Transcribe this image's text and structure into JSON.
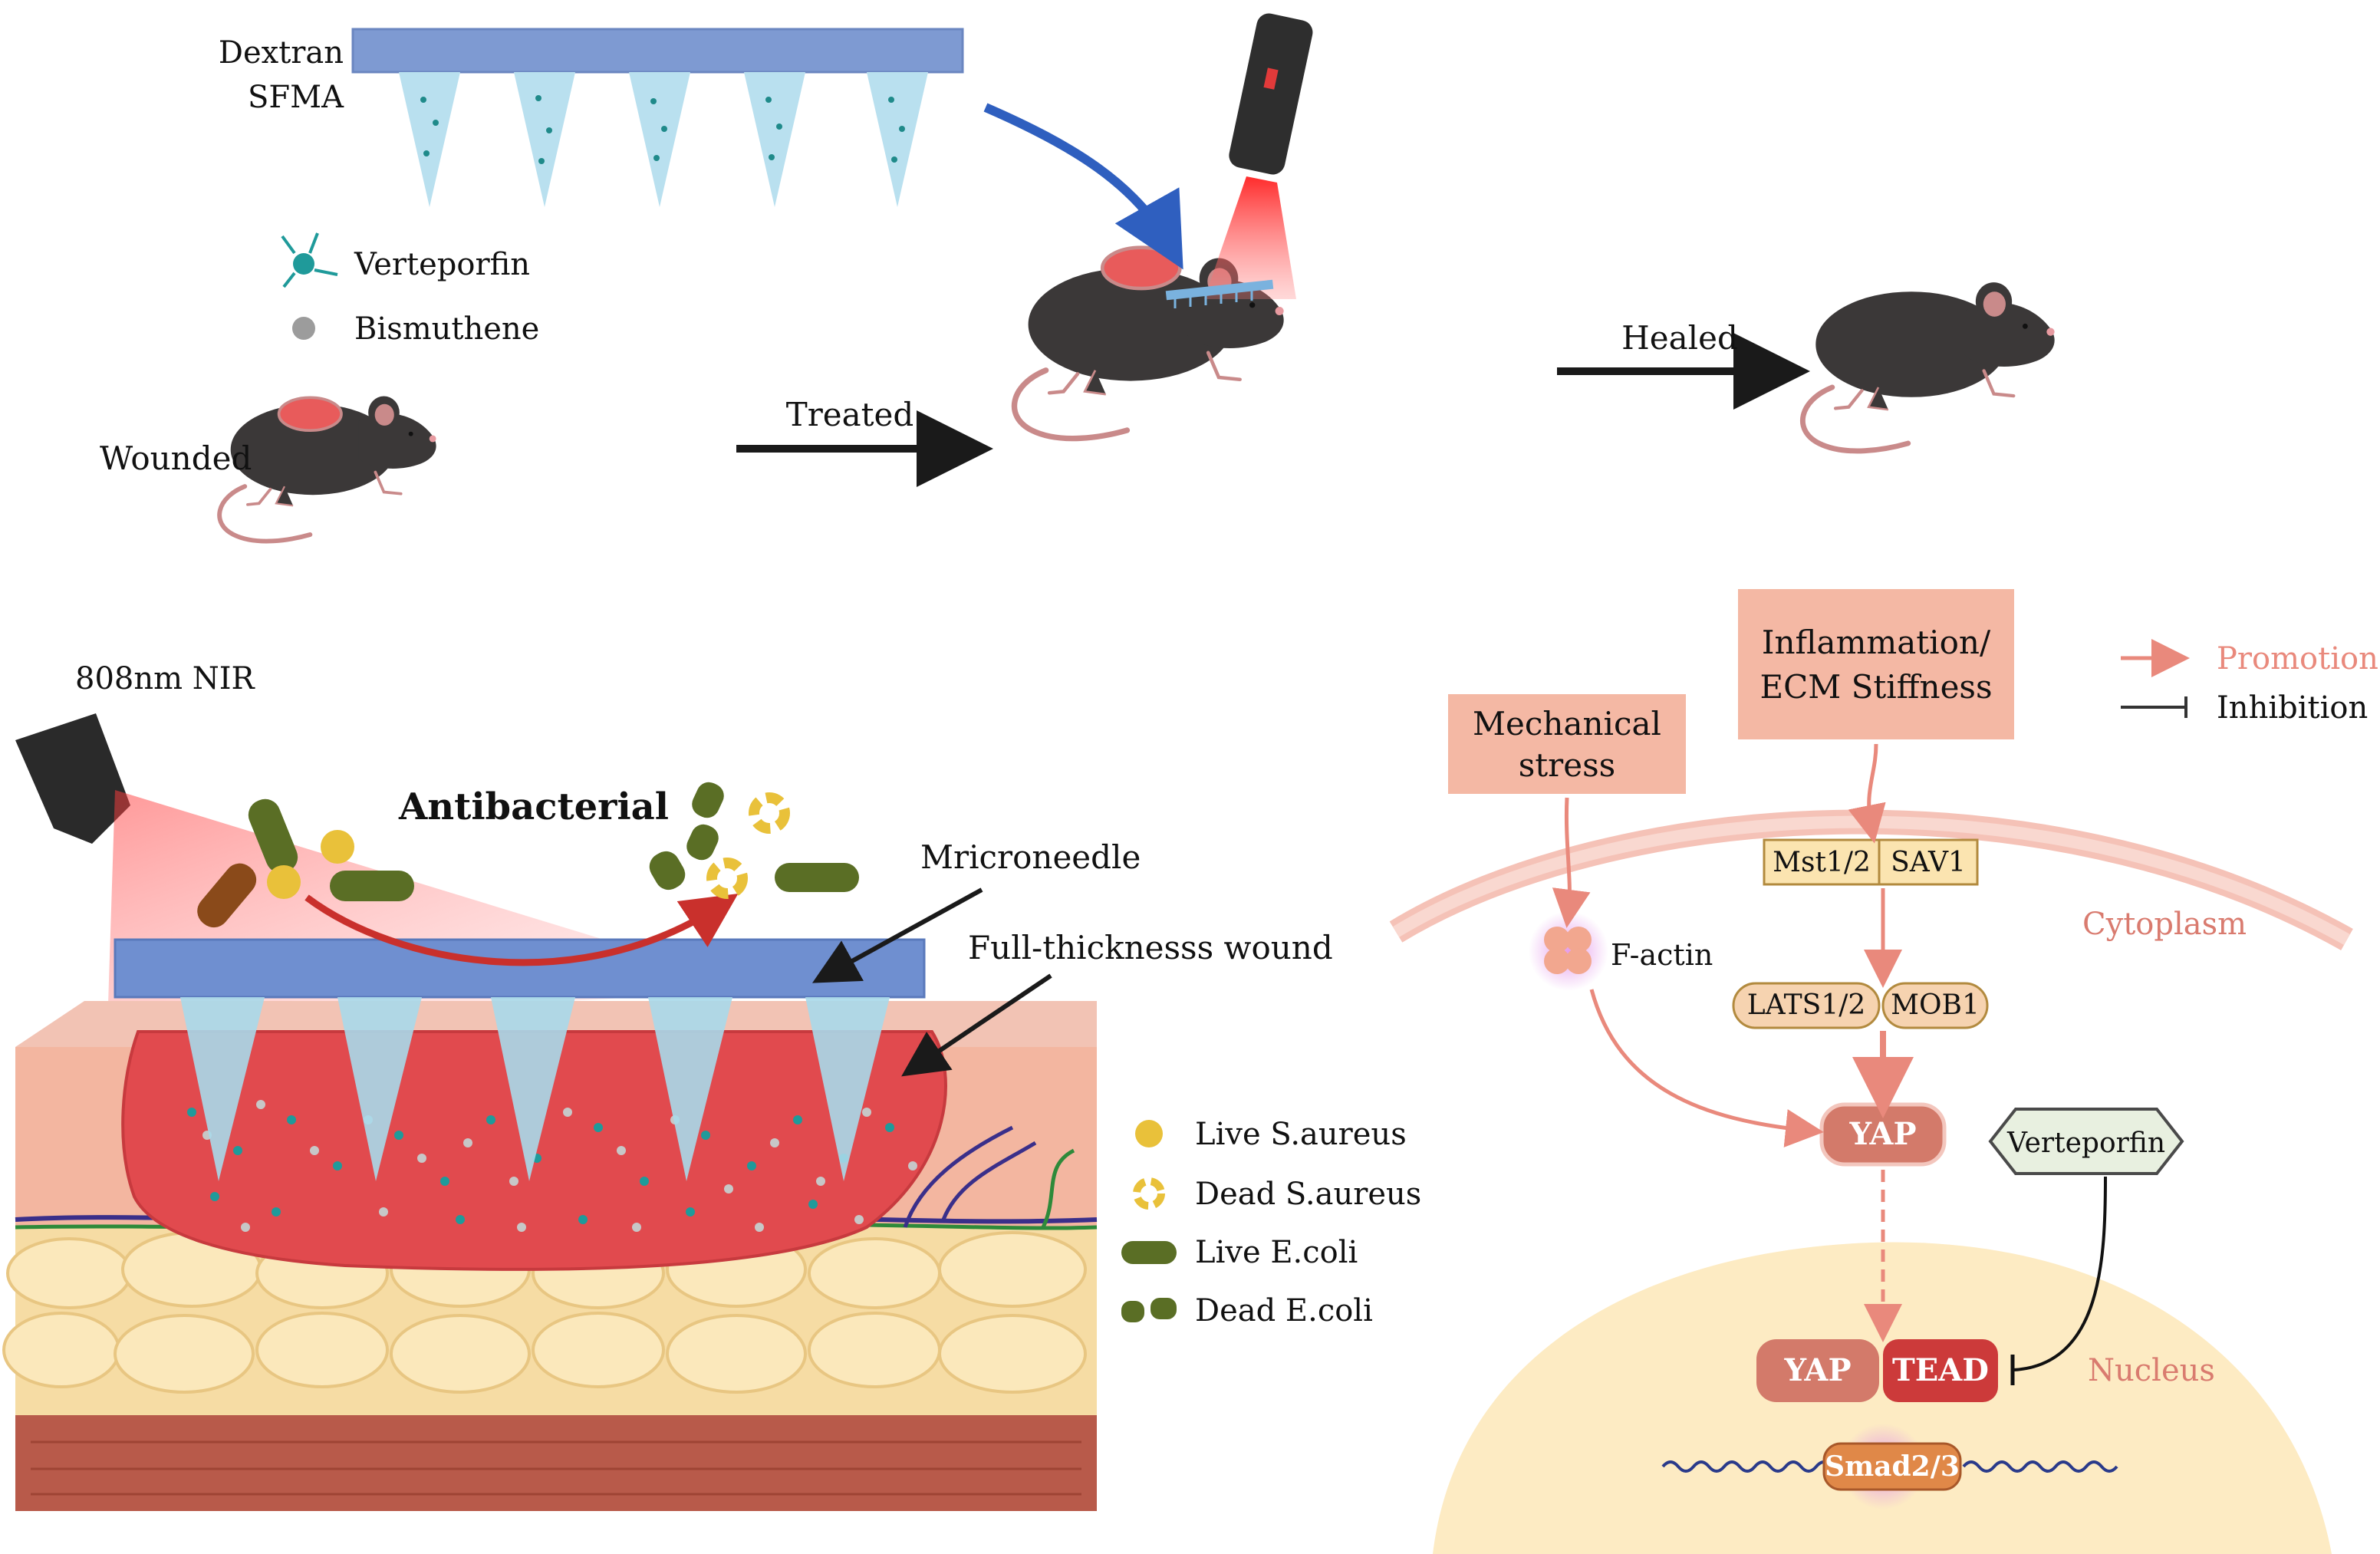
{
  "microneedle": {
    "line1": "Dextran",
    "line2": "SFMA"
  },
  "legend_top": {
    "verteporfin": "Verteporfin",
    "bismuthene": "Bismuthene"
  },
  "stages": {
    "wounded": "Wounded",
    "treated": "Treated",
    "healed": "Healed"
  },
  "nir_label": "808nm NIR",
  "antibacterial": "Antibacterial",
  "needle_label": "Mricroneedle",
  "wound_label": "Full-thicknesss wound",
  "bacteria_legend": {
    "live_saureus": "Live S.aureus",
    "dead_saureus": "Dead S.aureus",
    "live_ecoli": "Live E.coli",
    "dead_ecoli": "Dead E.coli"
  },
  "pathway": {
    "inflammation_line1": "Inflammation/",
    "inflammation_line2": "ECM Stiffness",
    "mechanical_line1": "Mechanical",
    "mechanical_line2": "stress",
    "mst": "Mst1/2",
    "sav": "SAV1",
    "cytoplasm": "Cytoplasm",
    "factin": "F-actin",
    "lats": "LATS1/2",
    "mob": "MOB1",
    "yap": "YAP",
    "verteporfin": "Verteporfin",
    "yap2": "YAP",
    "tead": "TEAD",
    "nucleus": "Nucleus",
    "smad": "Smad2/3"
  },
  "arrow_legend": {
    "promotion": "Promotion",
    "inhibition": "Inhibition"
  },
  "colors": {
    "needle_blue": "#7e9ad2",
    "mouse_body": "#3b3838",
    "wound_red": "#e0474d",
    "salmon": "#f4b8a4",
    "promotion": "#e9897c",
    "live_ecoli": "#5a6e25",
    "live_saureus": "#e9c13a"
  }
}
